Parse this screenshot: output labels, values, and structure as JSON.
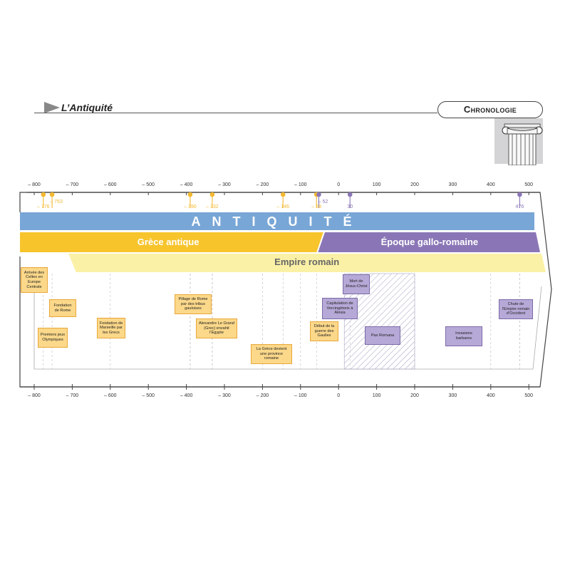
{
  "header": {
    "title": "L’Antiquité",
    "badge": "Chronologie"
  },
  "colors": {
    "greek": "#f7c42c",
    "greek_marker": "#f2b830",
    "roman": "#8a76b6",
    "antiquity": "#78a6d6",
    "empire": "#fbf1a6",
    "greek_box": "#fbd88a",
    "greek_box_border": "#e9a83a",
    "roman_box": "#b6a9d7",
    "roman_box_border": "#7c6aa8"
  },
  "axis": {
    "ticks": [
      {
        "value": -800,
        "label": "– 800"
      },
      {
        "value": -700,
        "label": "– 700"
      },
      {
        "value": -600,
        "label": "– 600"
      },
      {
        "value": -500,
        "label": "– 500"
      },
      {
        "value": -400,
        "label": "– 400"
      },
      {
        "value": -300,
        "label": "– 300"
      },
      {
        "value": -200,
        "label": "– 200"
      },
      {
        "value": -100,
        "label": "– 100"
      },
      {
        "value": 0,
        "label": "0"
      },
      {
        "value": 100,
        "label": "100"
      },
      {
        "value": 200,
        "label": "200"
      },
      {
        "value": 300,
        "label": "300"
      },
      {
        "value": 400,
        "label": "400"
      },
      {
        "value": 500,
        "label": "500"
      }
    ]
  },
  "markers": [
    {
      "value": -776,
      "label": "– 776",
      "group": "greek"
    },
    {
      "value": -753,
      "label": "– 753",
      "group": "greek"
    },
    {
      "value": -390,
      "label": "– 390",
      "group": "greek"
    },
    {
      "value": -332,
      "label": "– 332",
      "group": "greek"
    },
    {
      "value": -146,
      "label": "– 146",
      "group": "greek"
    },
    {
      "value": -58,
      "label": "– 58",
      "group": "greek"
    },
    {
      "value": -52,
      "label": "– 52",
      "group": "roman"
    },
    {
      "value": 30,
      "label": "30",
      "group": "roman"
    },
    {
      "value": 476,
      "label": "476",
      "group": "roman"
    }
  ],
  "bands": {
    "antiquity": {
      "label": "ANTIQUITÉ"
    },
    "greece": {
      "label": "Grèce antique"
    },
    "gallo_roman": {
      "label": "Époque gallo-romaine"
    },
    "roman_empire": {
      "label": "Empire romain"
    }
  },
  "events": [
    {
      "value": -776,
      "label": "Arrivée des Celtes en Europe Centrale",
      "group": "greek"
    },
    {
      "value": -753,
      "label": "Fondation de Rome",
      "group": "greek"
    },
    {
      "value": -776,
      "label": "Premiers jeux Olympiques",
      "group": "greek"
    },
    {
      "value": -600,
      "label": "Fondation de Marseille par les Grecs",
      "group": "greek"
    },
    {
      "value": -390,
      "label": "Pillage de Rome par des tribus gauloises",
      "group": "greek"
    },
    {
      "value": -332,
      "label": "Alexandre Le Grand (Grec) envahit l’Égypte",
      "group": "greek"
    },
    {
      "value": -146,
      "label": "La Grèce devient une province romaine",
      "group": "greek"
    },
    {
      "value": -58,
      "label": "Début de la guerre des Gaulles",
      "group": "greek"
    },
    {
      "value": -52,
      "label": "Capitulation de Vercingétorix à Alésia",
      "group": "roman"
    },
    {
      "value": 30,
      "label": "Mort de Jésus-Christ",
      "group": "roman"
    },
    {
      "value": 100,
      "label": "Pax Romana",
      "group": "roman"
    },
    {
      "value": 300,
      "label": "Invasions barbares",
      "group": "roman"
    },
    {
      "value": 476,
      "label": "Chute de l’Empire romain d’Occident",
      "group": "roman"
    }
  ]
}
